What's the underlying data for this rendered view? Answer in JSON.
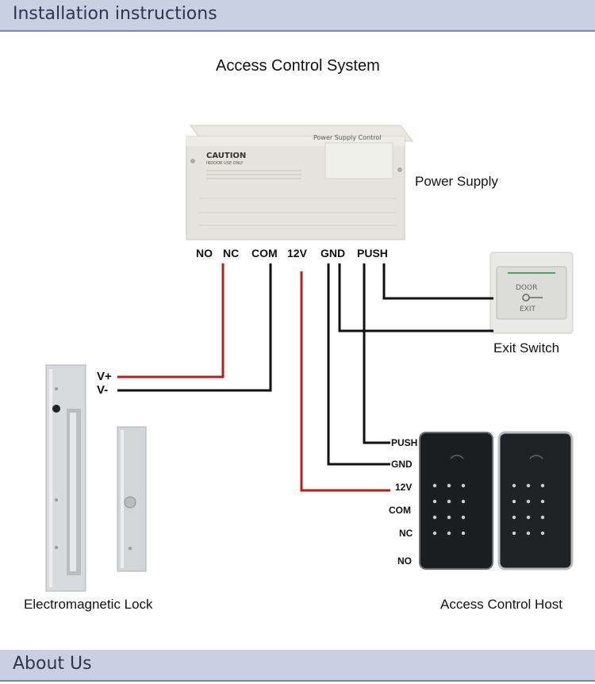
{
  "header": {
    "title": "Installation instructions"
  },
  "footer": {
    "title": "About Us"
  },
  "diagram": {
    "title": "Access  Control System",
    "power_supply": {
      "label": "Power Supply",
      "box_title": "Power Supply Control",
      "caution": "CAUTION",
      "caution_sub": "INDOOR USE ONLY"
    },
    "terminals": [
      "NO",
      "NC",
      "COM",
      "12V",
      "GND",
      "PUSH"
    ],
    "exit_switch": {
      "label": "Exit  Switch",
      "door_text": "DOOR",
      "exit_text": "EXIT"
    },
    "lock": {
      "label": "Electromagnetic  Lock",
      "v_plus": "V+",
      "v_minus": "V-"
    },
    "host": {
      "label": "Access Control Host",
      "terminals": [
        "PUSH",
        "GND",
        "12V",
        "COM",
        "NC",
        "NO"
      ]
    },
    "colors": {
      "wire_red": "#b81c1c",
      "wire_black": "#111111",
      "header_bg": "#c9d0e4"
    }
  }
}
